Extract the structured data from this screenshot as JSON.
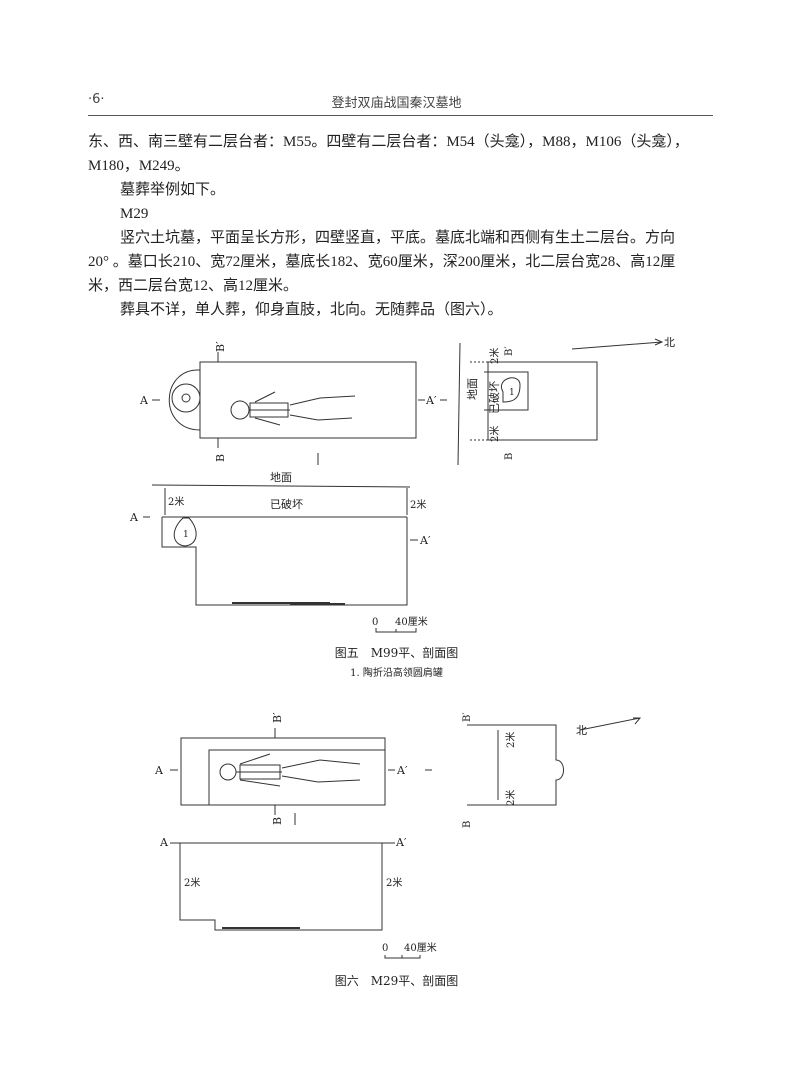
{
  "header": {
    "page_number": "·6·",
    "book_title": "登封双庙战国秦汉墓地"
  },
  "body": {
    "paragraphs": [
      "东、西、南三壁有二层台者：M55。四壁有二层台者：M54（头龛），M88，M106（头龛），",
      "M180，M249。",
      "墓葬举例如下。",
      "M29",
      "竖穴土坑墓，平面呈长方形，四壁竖直，平底。墓底北端和西侧有生土二层台。方向",
      "20° 。墓口长210、宽72厘米，墓底长182、宽60厘米，深200厘米，北二层台宽28、高12厘",
      "米，西二层台宽12、高12厘米。",
      "葬具不详，单人葬，仰身直肢，北向。无随葬品（图六）。"
    ]
  },
  "figure5": {
    "labels": {
      "A": "A",
      "A_prime": "A′",
      "B": "B",
      "B_prime": "B′",
      "north": "北",
      "ground": "地面",
      "destroyed": "已破坏",
      "depth": "2米",
      "item_no": "1"
    },
    "scale": {
      "zero": "0",
      "end": "40厘米"
    },
    "caption": "图五　M99平、剖面图",
    "subcaption": "1. 陶折沿高领圆肩罐"
  },
  "figure6": {
    "labels": {
      "A": "A",
      "A_prime": "A′",
      "B": "B",
      "B_prime": "B′",
      "north": "北",
      "depth": "2米"
    },
    "scale": {
      "zero": "0",
      "end": "40厘米"
    },
    "caption": "图六　M29平、剖面图"
  }
}
